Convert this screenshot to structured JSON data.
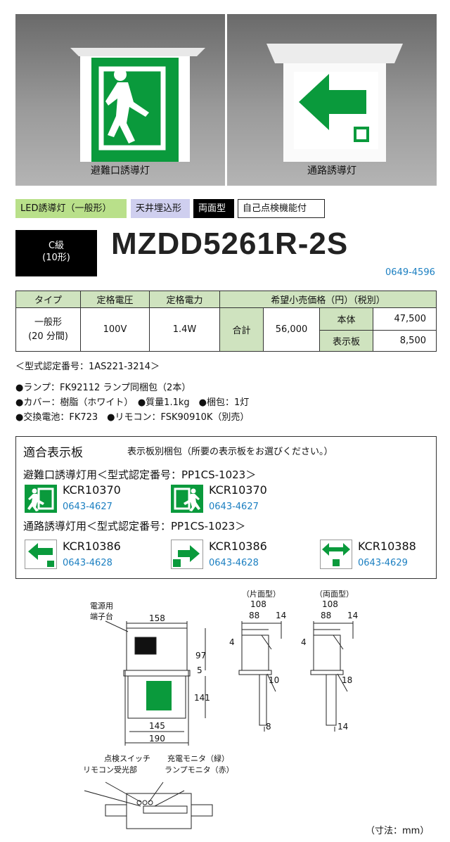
{
  "photos": {
    "left_caption": "避難口誘導灯",
    "right_caption": "通路誘導灯"
  },
  "tags": [
    "LED誘導灯（一般形）",
    "天井埋込形",
    "両面型",
    "自己点検機能付"
  ],
  "badge": {
    "line1": "C級",
    "line2": "(10形)"
  },
  "model": "MZDD5261R-2S",
  "product_code": "0649-4596",
  "spec_table": {
    "headers": [
      "タイプ",
      "定格電圧",
      "定格電力",
      "希望小売価格（円）（税別）"
    ],
    "type_line1": "一般形",
    "type_line2": "(20 分間)",
    "voltage": "100V",
    "power": "1.4W",
    "total_label": "合計",
    "total_value": "56,000",
    "body_label": "本体",
    "body_value": "47,500",
    "panel_label": "表示板",
    "panel_value": "8,500"
  },
  "cert_number": "＜型式認定番号：1AS221-3214＞",
  "info_lines": [
    "●ランプ：FK92112 ランプ同梱包（2本）",
    "●カバー：樹脂（ホワイト）　●質量1.1kg　●梱包：1灯",
    "●交換電池：FK723　●リモコン：FSK90910K（別売）"
  ],
  "panels": {
    "title": "適合表示板",
    "note": "表示板別梱包（所要の表示板をお選びください。）",
    "group1_title": "避難口誘導灯用＜型式認定番号：PP1CS-1023＞",
    "group2_title": "通路誘導灯用＜型式認定番号：PP1CS-1023＞",
    "items": [
      {
        "model": "KCR10370",
        "code": "0643-4627"
      },
      {
        "model": "KCR10370",
        "code": "0643-4627"
      },
      {
        "model": "KCR10386",
        "code": "0643-4628"
      },
      {
        "model": "KCR10386",
        "code": "0643-4628"
      },
      {
        "model": "KCR10388",
        "code": "0643-4629"
      }
    ]
  },
  "drawing": {
    "terminal_label_1": "電源用",
    "terminal_label_2": "端子台",
    "dim_158": "158",
    "dim_97": "97",
    "dim_5": "5",
    "dim_141": "141",
    "dim_145": "145",
    "dim_190": "190",
    "single_label": "（片面型）",
    "double_label": "（両面型）",
    "dim_108a": "108",
    "dim_88a": "88",
    "dim_14a": "14",
    "dim_4a": "4",
    "dim_10": "10",
    "dim_8": "8",
    "dim_108b": "108",
    "dim_88b": "88",
    "dim_14b": "14",
    "dim_4b": "4",
    "dim_18": "18",
    "dim_14c": "14",
    "check_switch": "点検スイッチ",
    "remote_receiver": "リモコン受光部",
    "charge_monitor": "充電モニタ（緑）",
    "lamp_monitor": "ランプモニタ（赤）",
    "unit": "（寸法：mm）"
  },
  "colors": {
    "green": "#0a9a3c",
    "blue": "#1b7fc1",
    "header_green": "#cfe3bf",
    "tag_green": "#b9e08a",
    "tag_lavender": "#cfcfef"
  }
}
